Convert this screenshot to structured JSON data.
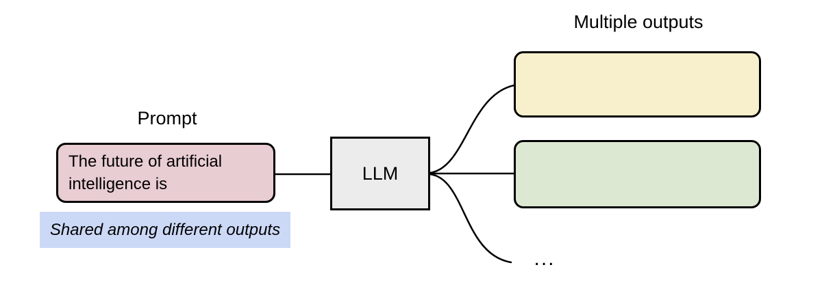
{
  "diagram": {
    "prompt": {
      "title": "Prompt",
      "box_text": "The future of artificial intelligence is",
      "note_text": "Shared among different outputs"
    },
    "llm": {
      "label": "LLM"
    },
    "outputs": {
      "title": "Multiple outputs",
      "ellipsis": "..."
    },
    "colors": {
      "prompt_fill": "#e8cdd2",
      "note_fill": "#ccd9f6",
      "llm_fill": "#ececec",
      "output1_fill": "#f8f0cc",
      "output2_fill": "#dde8d3",
      "stroke": "#000000",
      "background": "#ffffff"
    }
  }
}
